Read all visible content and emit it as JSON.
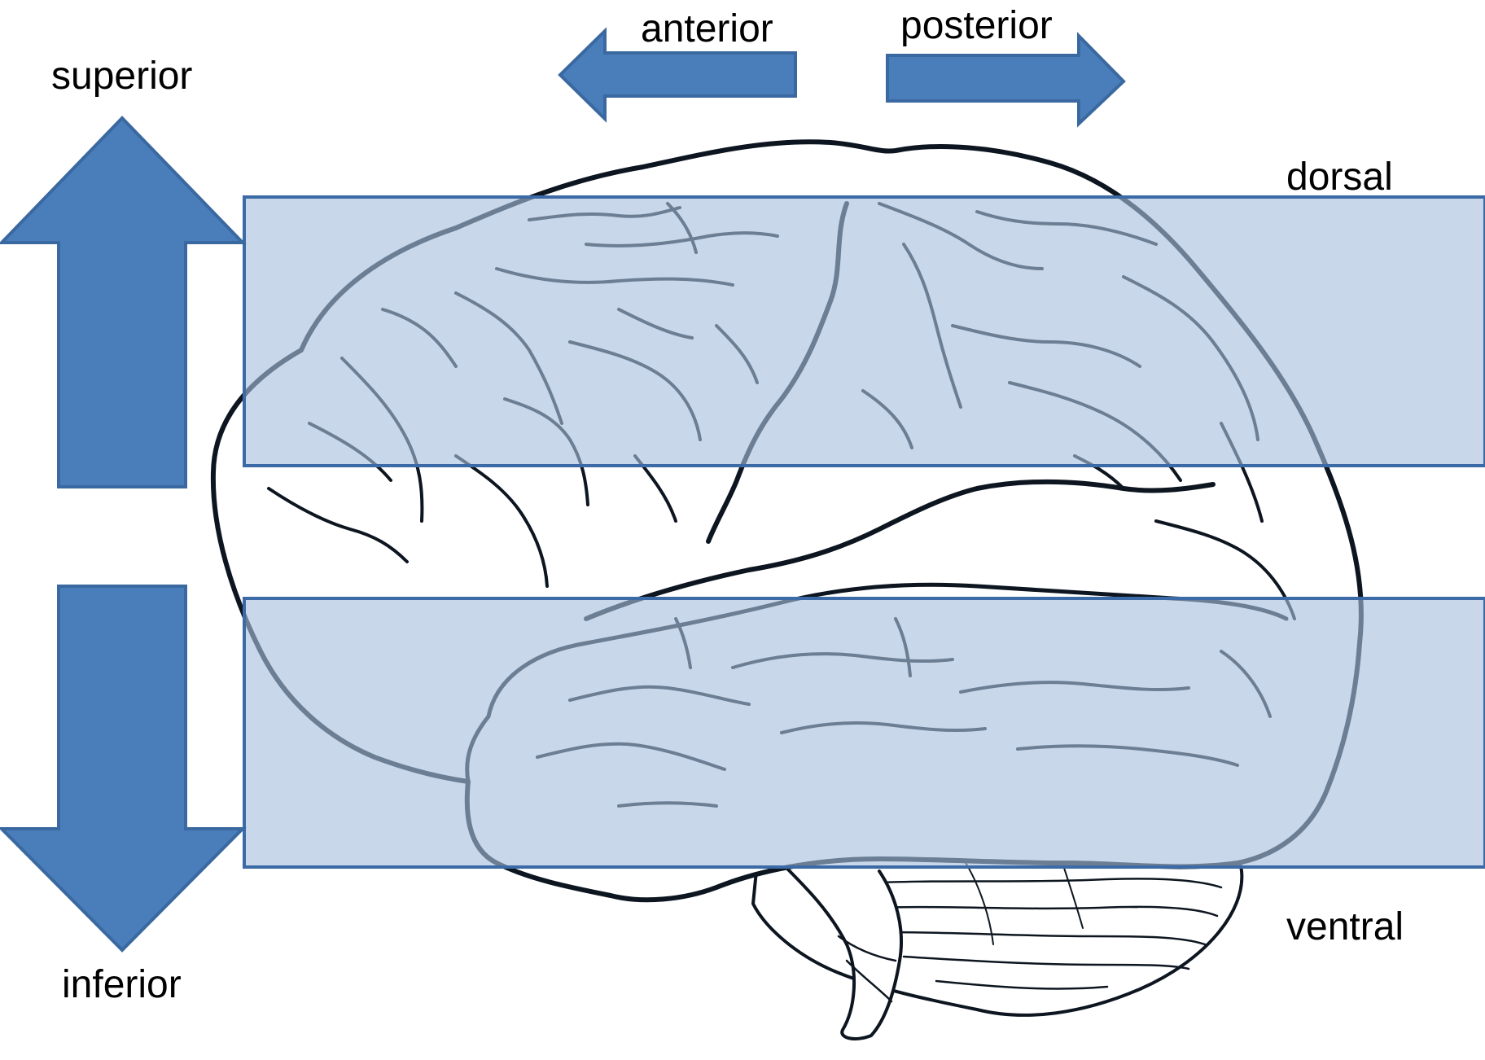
{
  "labels": {
    "anterior": "anterior",
    "posterior": "posterior",
    "superior": "superior",
    "inferior": "inferior",
    "dorsal": "dorsal",
    "ventral": "ventral"
  },
  "colors": {
    "arrow_fill": "#4a7ebb",
    "arrow_stroke": "#3a68a0",
    "band_fill": "#a6bfdc",
    "band_stroke": "#3c6aa6",
    "line": "#0d1620"
  },
  "icons": {
    "anterior_arrow": "arrow-left-icon",
    "posterior_arrow": "arrow-right-icon",
    "superior_arrow": "arrow-up-icon",
    "inferior_arrow": "arrow-down-icon"
  }
}
